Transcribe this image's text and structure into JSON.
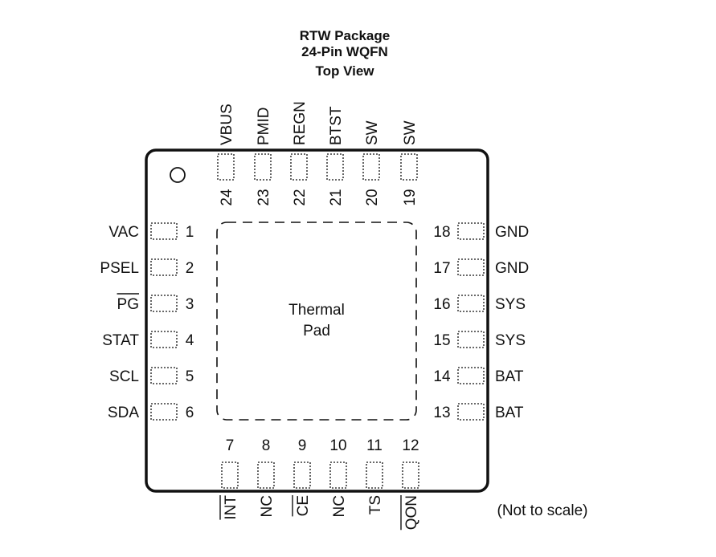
{
  "header": {
    "line1": "RTW Package",
    "line2": "24-Pin WQFN",
    "line3": "Top View"
  },
  "thermal_pad": {
    "line1": "Thermal",
    "line2": "Pad"
  },
  "note": "(Not to scale)",
  "pins": {
    "left": [
      {
        "num": "1",
        "name": "VAC",
        "overbar": false
      },
      {
        "num": "2",
        "name": "PSEL",
        "overbar": false
      },
      {
        "num": "3",
        "name": "PG",
        "overbar": true
      },
      {
        "num": "4",
        "name": "STAT",
        "overbar": false
      },
      {
        "num": "5",
        "name": "SCL",
        "overbar": false
      },
      {
        "num": "6",
        "name": "SDA",
        "overbar": false
      }
    ],
    "bottom": [
      {
        "num": "7",
        "name": "INT",
        "overbar": true
      },
      {
        "num": "8",
        "name": "NC",
        "overbar": false
      },
      {
        "num": "9",
        "name": "CE",
        "overbar": true
      },
      {
        "num": "10",
        "name": "NC",
        "overbar": false
      },
      {
        "num": "11",
        "name": "TS",
        "overbar": false
      },
      {
        "num": "12",
        "name": "QON",
        "overbar": true
      }
    ],
    "right": [
      {
        "num": "13",
        "name": "BAT",
        "overbar": false
      },
      {
        "num": "14",
        "name": "BAT",
        "overbar": false
      },
      {
        "num": "15",
        "name": "SYS",
        "overbar": false
      },
      {
        "num": "16",
        "name": "SYS",
        "overbar": false
      },
      {
        "num": "17",
        "name": "GND",
        "overbar": false
      },
      {
        "num": "18",
        "name": "GND",
        "overbar": false
      }
    ],
    "top": [
      {
        "num": "19",
        "name": "SW",
        "overbar": false
      },
      {
        "num": "20",
        "name": "SW",
        "overbar": false
      },
      {
        "num": "21",
        "name": "BTST",
        "overbar": false
      },
      {
        "num": "22",
        "name": "REGN",
        "overbar": false
      },
      {
        "num": "23",
        "name": "PMID",
        "overbar": false
      },
      {
        "num": "24",
        "name": "VBUS",
        "overbar": false
      }
    ]
  }
}
